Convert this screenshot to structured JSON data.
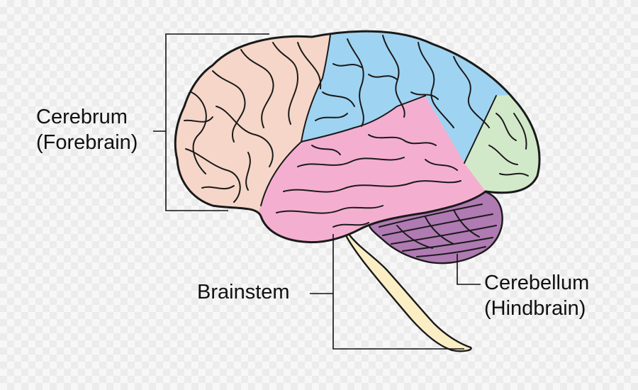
{
  "labels": {
    "cerebrum_line1": "Cerebrum",
    "cerebrum_line2": "(Forebrain)",
    "brainstem": "Brainstem",
    "cerebellum_line1": "Cerebellum",
    "cerebellum_line2": "(Hindbrain)"
  },
  "colors": {
    "frontal": "#f5d6c8",
    "parietal": "#9fd3f2",
    "temporal": "#f4afd0",
    "occipital": "#d2e9c9",
    "cerebellum": "#b07ab3",
    "brainstem": "#fbeec5",
    "outline": "#1a1a1a"
  }
}
